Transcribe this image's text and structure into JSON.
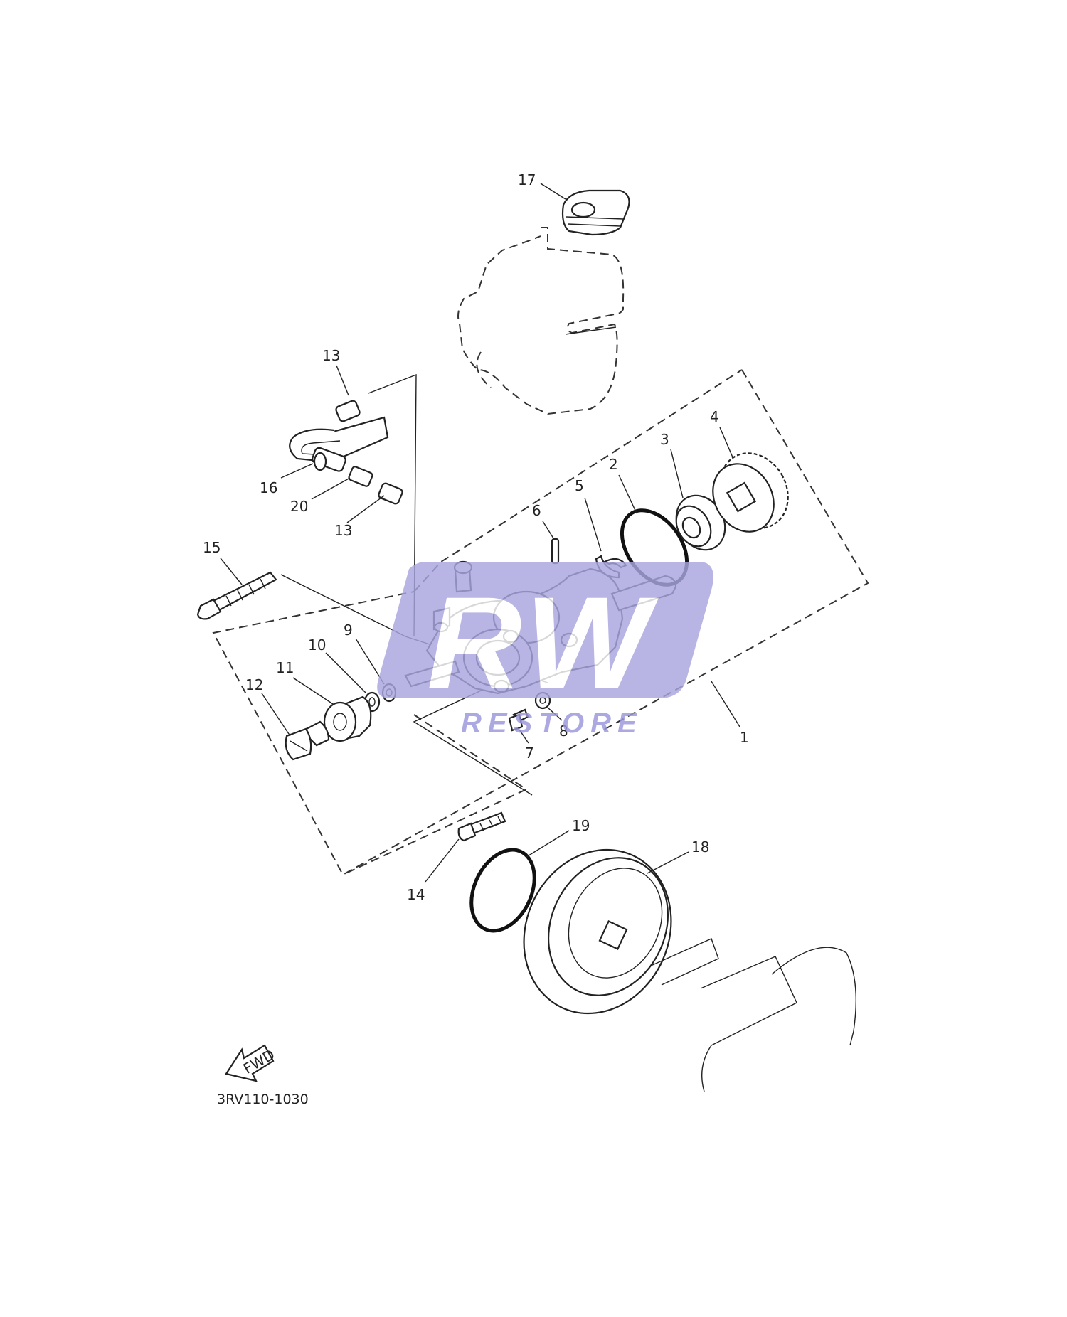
{
  "diagram": {
    "callouts": [
      "17",
      "13",
      "16",
      "20",
      "13",
      "15",
      "6",
      "5",
      "2",
      "3",
      "4",
      "9",
      "10",
      "11",
      "12",
      "8",
      "7",
      "1",
      "19",
      "18",
      "14"
    ],
    "fwd_label": "FWD",
    "drawing_code": "3RV110-1030",
    "watermark": {
      "logo_text": "RW",
      "text": "RESTORE",
      "color": "#a9a6e0",
      "text_color": "#9a97dc"
    }
  }
}
